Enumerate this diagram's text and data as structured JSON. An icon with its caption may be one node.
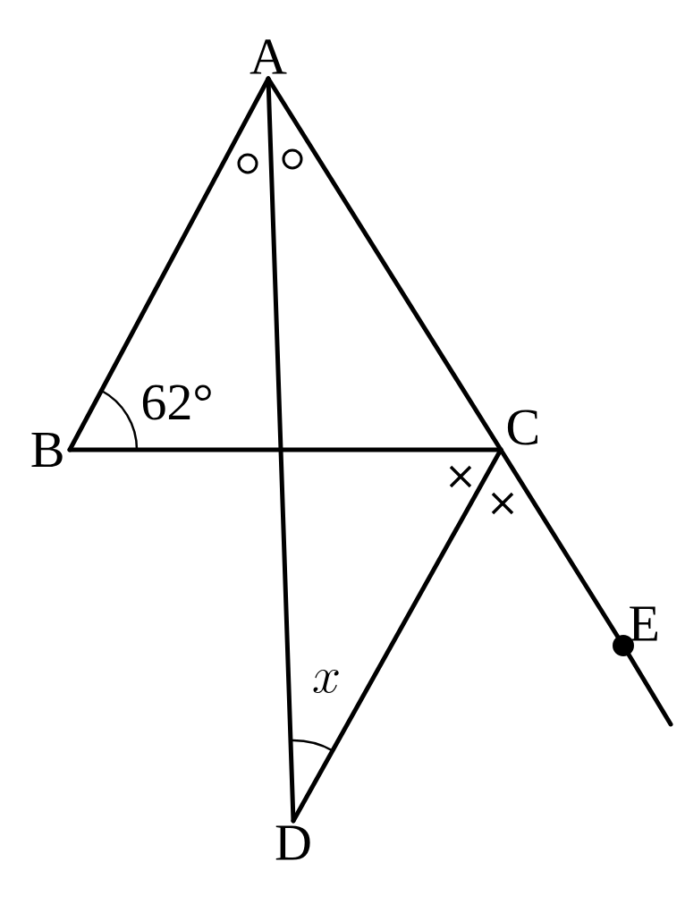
{
  "diagram": {
    "nodes": [
      {
        "text": [
          "A"
        ]
      },
      {
        "text": [
          "B"
        ]
      },
      {
        "text": [
          "C"
        ]
      },
      {
        "text": [
          "D"
        ]
      },
      {
        "text": [
          "E"
        ]
      }
    ],
    "edges": [
      {
        "from": 0,
        "to": 1,
        "arrow": "none"
      },
      {
        "from": 1,
        "to": 2,
        "arrow": "none"
      },
      {
        "from": 0,
        "to": 2,
        "arrow": "none"
      },
      {
        "from": 0,
        "to": 3,
        "arrow": "none"
      },
      {
        "from": 2,
        "to": 3,
        "arrow": "none"
      },
      {
        "from": 2,
        "to": 4,
        "arrow": "none"
      },
      {
        "from": 4,
        "to": null,
        "arrow": "none"
      }
    ],
    "labels": [
      "62°",
      "x"
    ]
  }
}
